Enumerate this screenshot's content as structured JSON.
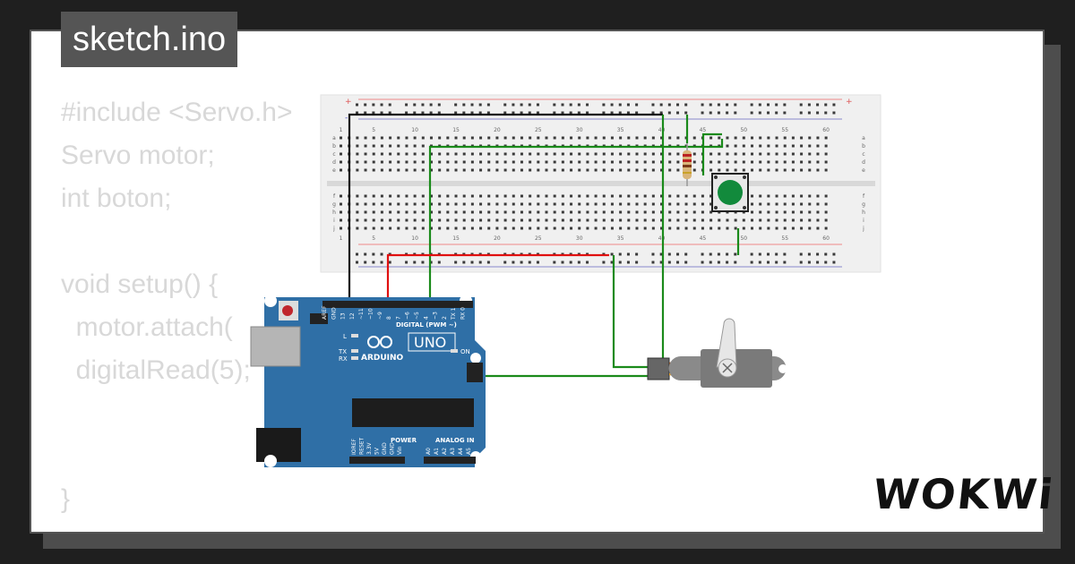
{
  "file": {
    "name": "sketch.ino"
  },
  "code_lines": [
    "#include <Servo.h>",
    "Servo motor;",
    "int boton;",
    "",
    "void setup() {",
    "  motor.attach(",
    "  digitalRead(5);",
    "",
    "",
    "}"
  ],
  "breadboard": {
    "columns_top": [
      "1",
      "5",
      "10",
      "15",
      "20",
      "25",
      "30",
      "35",
      "40",
      "45",
      "50",
      "55",
      "60"
    ],
    "columns_bottom": [
      "1",
      "5",
      "10",
      "15",
      "20",
      "25",
      "30",
      "35",
      "40",
      "45",
      "50",
      "55",
      "60"
    ],
    "rows_top": [
      "a",
      "b",
      "c",
      "d",
      "e"
    ],
    "rows_bottom": [
      "f",
      "g",
      "h",
      "i",
      "j"
    ],
    "rail_plus": "+",
    "rail_minus": "-"
  },
  "arduino": {
    "brand": "ARDUINO",
    "model": "UNO",
    "digital_label": "DIGITAL (PWM ~)",
    "power_label": "POWER",
    "analog_label": "ANALOG IN",
    "on_label": "ON",
    "tx_label": "TX",
    "rx_label": "RX",
    "l_label": "L",
    "top_pins": [
      "AREF",
      "GND",
      "13",
      "12",
      "~11",
      "~10",
      "~9",
      "8",
      "7",
      "~6",
      "~5",
      "4",
      "~3",
      "2",
      "TX 1",
      "RX 0"
    ],
    "power_pins": [
      "IOREF",
      "RESET",
      "3.3V",
      "5V",
      "GND",
      "GND",
      "Vin"
    ],
    "analog_pins": [
      "A0",
      "A1",
      "A2",
      "A3",
      "A4",
      "A5"
    ]
  },
  "brand_logo": {
    "text": "WOKWi"
  },
  "colors": {
    "wire_black": "#111111",
    "wire_green": "#1a8a1a",
    "wire_red": "#e01010",
    "board_blue": "#2f6fa6",
    "button_green": "#128a3c",
    "servo_body": "#8a8a8a",
    "breadboard": "#f0f0f0"
  }
}
